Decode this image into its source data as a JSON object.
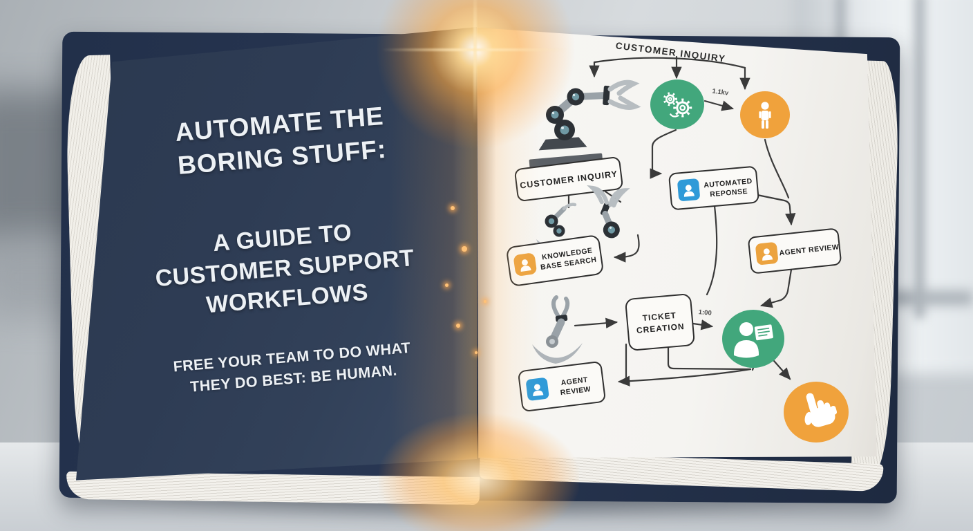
{
  "left_page": {
    "title": [
      "AUTOMATE THE",
      "BORING STUFF:"
    ],
    "subtitle": [
      "A GUIDE TO",
      "CUSTOMER SUPPORT",
      "WORKFLOWS"
    ],
    "tagline": [
      "FREE YOUR TEAM TO DO WHAT",
      "THEY DO BEST: BE HUMAN."
    ]
  },
  "flowchart": {
    "top_label": "CUSTOMER INQUIRY",
    "customer_inquiry_box": "CUSTOMER INQUIRY",
    "automated_response": {
      "line1": "AUTOMATED",
      "line2": "REPONSE"
    },
    "agent_review_right": "AGENT REVIEW",
    "knowledge_base": {
      "line1": "KNOWLEDGE",
      "line2": "BASE SEARCH"
    },
    "ticket_creation": {
      "line1": "TICKET",
      "line2": "CREATION"
    },
    "agent_review_bottom": {
      "line1": "AGENT",
      "line2": "REVIEW"
    },
    "edge_label_green_to_orange": "1.1kv",
    "edge_label_ticket_to_resolution": "1:00",
    "icons": {
      "green_top_circle": "gears-icon",
      "orange_top_circle": "person-icon",
      "automated_response_badge": "person-badge-blue-icon",
      "agent_review_right_badge": "person-badge-orange-icon",
      "knowledge_base_badge": "person-badge-orange-icon",
      "agent_review_bottom_badge": "person-badge-blue-icon",
      "green_resolution_circle": "agent-with-document-icon",
      "orange_action_circle": "pointing-hand-icon",
      "robot_graphics": "robot-arm-icon"
    }
  },
  "colors": {
    "cover_navy": "#26334a",
    "page_navy": "#2e3c54",
    "page_white": "#f5f4f1",
    "accent_green": "#42a77c",
    "accent_orange": "#f0a23c",
    "accent_blue": "#2f9ad8",
    "line_dark": "#3a3a3a",
    "flare_orange": "#ffb25e"
  }
}
